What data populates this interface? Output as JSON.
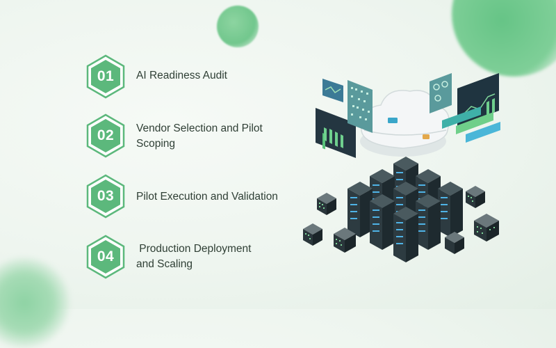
{
  "colors": {
    "accent": "#5cb87c",
    "accent_dark": "#3f9e62",
    "text": "#2f3f35"
  },
  "steps": [
    {
      "number": "01",
      "label_lines": [
        "AI Readiness Audit"
      ]
    },
    {
      "number": "02",
      "label_lines": [
        "Vendor Selection and Pilot",
        "Scoping"
      ]
    },
    {
      "number": "03",
      "label_lines": [
        "Pilot Execution and Validation"
      ]
    },
    {
      "number": "04",
      "label_lines": [
        " Production Deployment",
        "and Scaling"
      ]
    }
  ]
}
